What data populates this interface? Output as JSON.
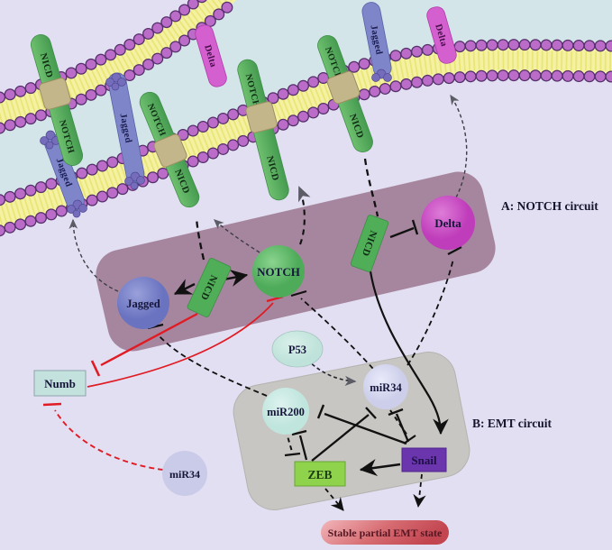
{
  "region_labels": {
    "notch_circuit": "A: NOTCH circuit",
    "emt_circuit": "B: EMT circuit"
  },
  "membrane_receptors": [
    {
      "id": "receptor-1",
      "top": "NICD",
      "bottom": "NOTCH"
    },
    {
      "id": "receptor-2",
      "top": "NOTCH",
      "bottom": "NICD"
    },
    {
      "id": "receptor-3",
      "top": "NOTCH",
      "bottom": "NICD"
    },
    {
      "id": "receptor-4",
      "top": "NOTCH",
      "bottom": "NICD"
    }
  ],
  "ligands": [
    {
      "id": "jagged-a",
      "label": "Jagged"
    },
    {
      "id": "jagged-b",
      "label": "Jagged"
    },
    {
      "id": "jagged-c",
      "label": "Jagged"
    },
    {
      "id": "delta-left",
      "label": "Delta"
    },
    {
      "id": "delta-right",
      "label": "Delta"
    }
  ],
  "notch_circuit": {
    "jagged": "Jagged",
    "nicd_left": "NICD",
    "notch": "NOTCH",
    "nicd_right": "NICD",
    "delta": "Delta"
  },
  "emt_circuit": {
    "mir200": "miR200",
    "mir34": "miR34",
    "zeb": "ZEB",
    "snail": "Snail"
  },
  "outer_nodes": {
    "numb": "Numb",
    "p53": "P53",
    "mir34_outer": "miR34"
  },
  "outcome": {
    "label": "Stable partial EMT state"
  },
  "palette": {
    "background": "#e2dff2",
    "extracellular": "#d4e5e9",
    "membrane_bead": "#bb6cc8",
    "membrane_bead_outline": "#55306b",
    "membrane_lipid": "#f4f2a2",
    "receptor_green": "#57b25e",
    "jagged_blue": "#7e86c9",
    "delta_magenta": "#d45fce",
    "transmembrane_tan": "#c3b68a",
    "notch_box": "#a6869e",
    "emt_box": "#c8c6c2",
    "notch_node": "#5cb964",
    "jagged_node": "#7a82c6",
    "delta_node": "#c94ec4",
    "nicd_rect": "#4fae57",
    "mir200_node": "#cdebe6",
    "mir34_node": "#dcddf4",
    "mir34_outer_node": "#cacbe8",
    "p53_node": "#c9e8e1",
    "numb_node": "#c3e2dd",
    "zeb_node": "#8ed34b",
    "snail_node": "#6b35ad",
    "emt_state_fill_left": "#f2b6ba",
    "emt_state_fill_right": "#c44953",
    "inhibit_red": "#e01b24",
    "arrow_black": "#111111"
  },
  "interactions": [
    {
      "from": "NICD",
      "to": "Jagged",
      "effect": "activates",
      "style": "solid-black"
    },
    {
      "from": "NICD",
      "to": "NOTCH",
      "effect": "activates",
      "style": "solid-black"
    },
    {
      "from": "NICD",
      "to": "Delta",
      "effect": "inhibits",
      "style": "solid-black"
    },
    {
      "from": "NICD",
      "to": "Snail",
      "effect": "activates",
      "style": "solid-black"
    },
    {
      "from": "NICD",
      "to": "Numb",
      "effect": "inhibits",
      "style": "solid-red"
    },
    {
      "from": "Numb",
      "to": "NOTCH",
      "effect": "inhibits",
      "style": "solid-red"
    },
    {
      "from": "miR34 (outer)",
      "to": "Numb",
      "effect": "inhibits",
      "style": "dashed-red"
    },
    {
      "from": "miR200",
      "to": "Jagged",
      "effect": "inhibits",
      "style": "dashed-black"
    },
    {
      "from": "miR34",
      "to": "NOTCH",
      "effect": "inhibits",
      "style": "dashed-black"
    },
    {
      "from": "miR34",
      "to": "Delta",
      "effect": "inhibits",
      "style": "dashed-black"
    },
    {
      "from": "P53",
      "to": "miR34",
      "effect": "activates",
      "style": "dashed-black"
    },
    {
      "from": "miR200",
      "to": "ZEB",
      "effect": "inhibits",
      "style": "dashed-black"
    },
    {
      "from": "ZEB",
      "to": "miR200",
      "effect": "inhibits",
      "style": "solid-black"
    },
    {
      "from": "Snail",
      "to": "miR200",
      "effect": "inhibits",
      "style": "solid-black"
    },
    {
      "from": "ZEB",
      "to": "miR34",
      "effect": "inhibits",
      "style": "solid-black"
    },
    {
      "from": "Snail",
      "to": "miR34",
      "effect": "inhibits",
      "style": "solid-black"
    },
    {
      "from": "miR34",
      "to": "Snail",
      "effect": "inhibits",
      "style": "dashed-black"
    },
    {
      "from": "Snail",
      "to": "ZEB",
      "effect": "activates",
      "style": "solid-black"
    },
    {
      "from": "ZEB",
      "to": "Stable partial EMT state",
      "effect": "leads-to",
      "style": "dashed-black"
    },
    {
      "from": "Snail",
      "to": "Stable partial EMT state",
      "effect": "leads-to",
      "style": "dashed-black"
    },
    {
      "from": "NICD node",
      "to": "membrane NICD",
      "effect": "recycles",
      "style": "dashed-black"
    },
    {
      "from": "NOTCH node",
      "to": "membrane NICD",
      "effect": "produces",
      "style": "dashed-black"
    },
    {
      "from": "Jagged node",
      "to": "membrane Jagged",
      "effect": "produces",
      "style": "dashed-black"
    },
    {
      "from": "Delta node",
      "to": "membrane Delta",
      "effect": "produces",
      "style": "dashed-black"
    }
  ]
}
